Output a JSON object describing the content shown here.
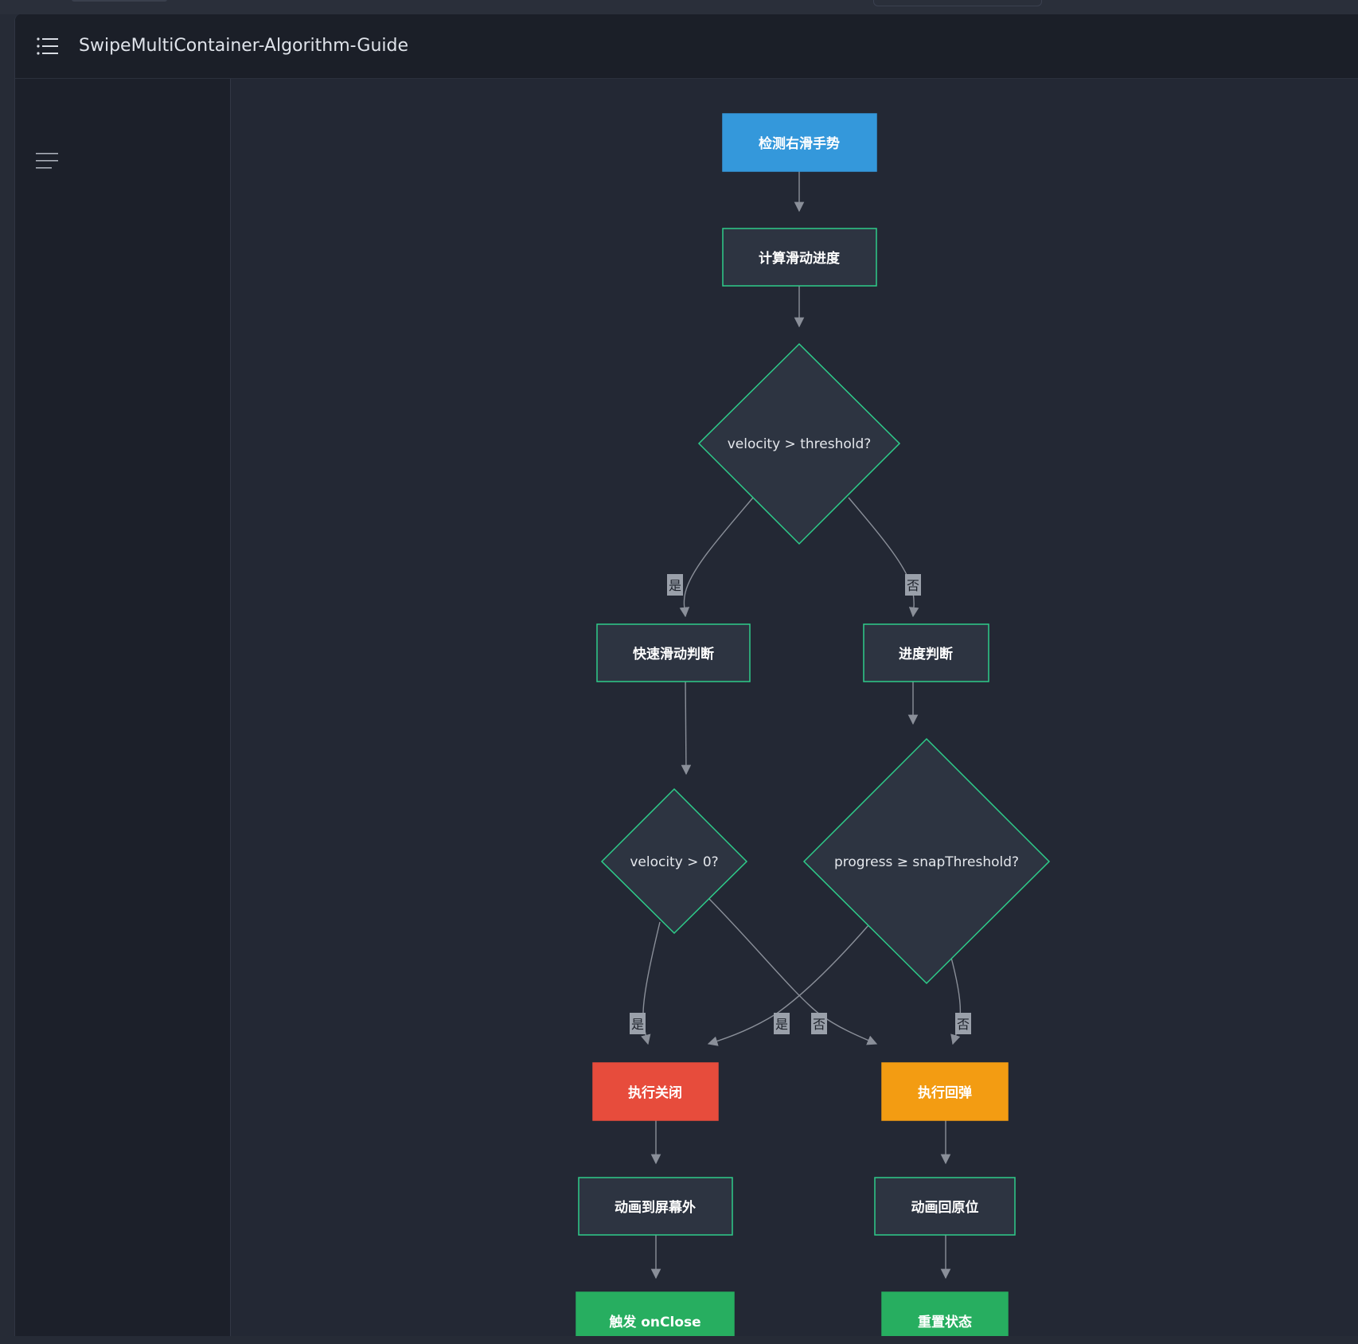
{
  "header": {
    "title": "SwipeMultiContainer-Algorithm-Guide"
  },
  "icons": {
    "menu": "list-menu-icon",
    "outline": "outline-lines-icon"
  },
  "colors": {
    "start_node": "#3498db",
    "close_node": "#e74c3c",
    "rebound_node": "#f39c12",
    "end_node": "#27ae60",
    "node_border": "#2ecc8a",
    "node_fill": "#2d3441",
    "edge": "#8a8f99"
  },
  "diagram": {
    "nodes": {
      "detect": "检测右滑手势",
      "calc": "计算滑动进度",
      "velocity_check": "velocity > threshold?",
      "fast_swipe": "快速滑动判断",
      "progress_judge": "进度判断",
      "velocity_positive": "velocity > 0?",
      "progress_check": "progress ≥ snapThreshold?",
      "exec_close": "执行关闭",
      "exec_rebound": "执行回弹",
      "anim_offscreen": "动画到屏幕外",
      "anim_restore": "动画回原位",
      "trigger_onclose": "触发 onClose",
      "reset_state": "重置状态"
    },
    "edge_labels": {
      "yes": "是",
      "no": "否"
    }
  }
}
